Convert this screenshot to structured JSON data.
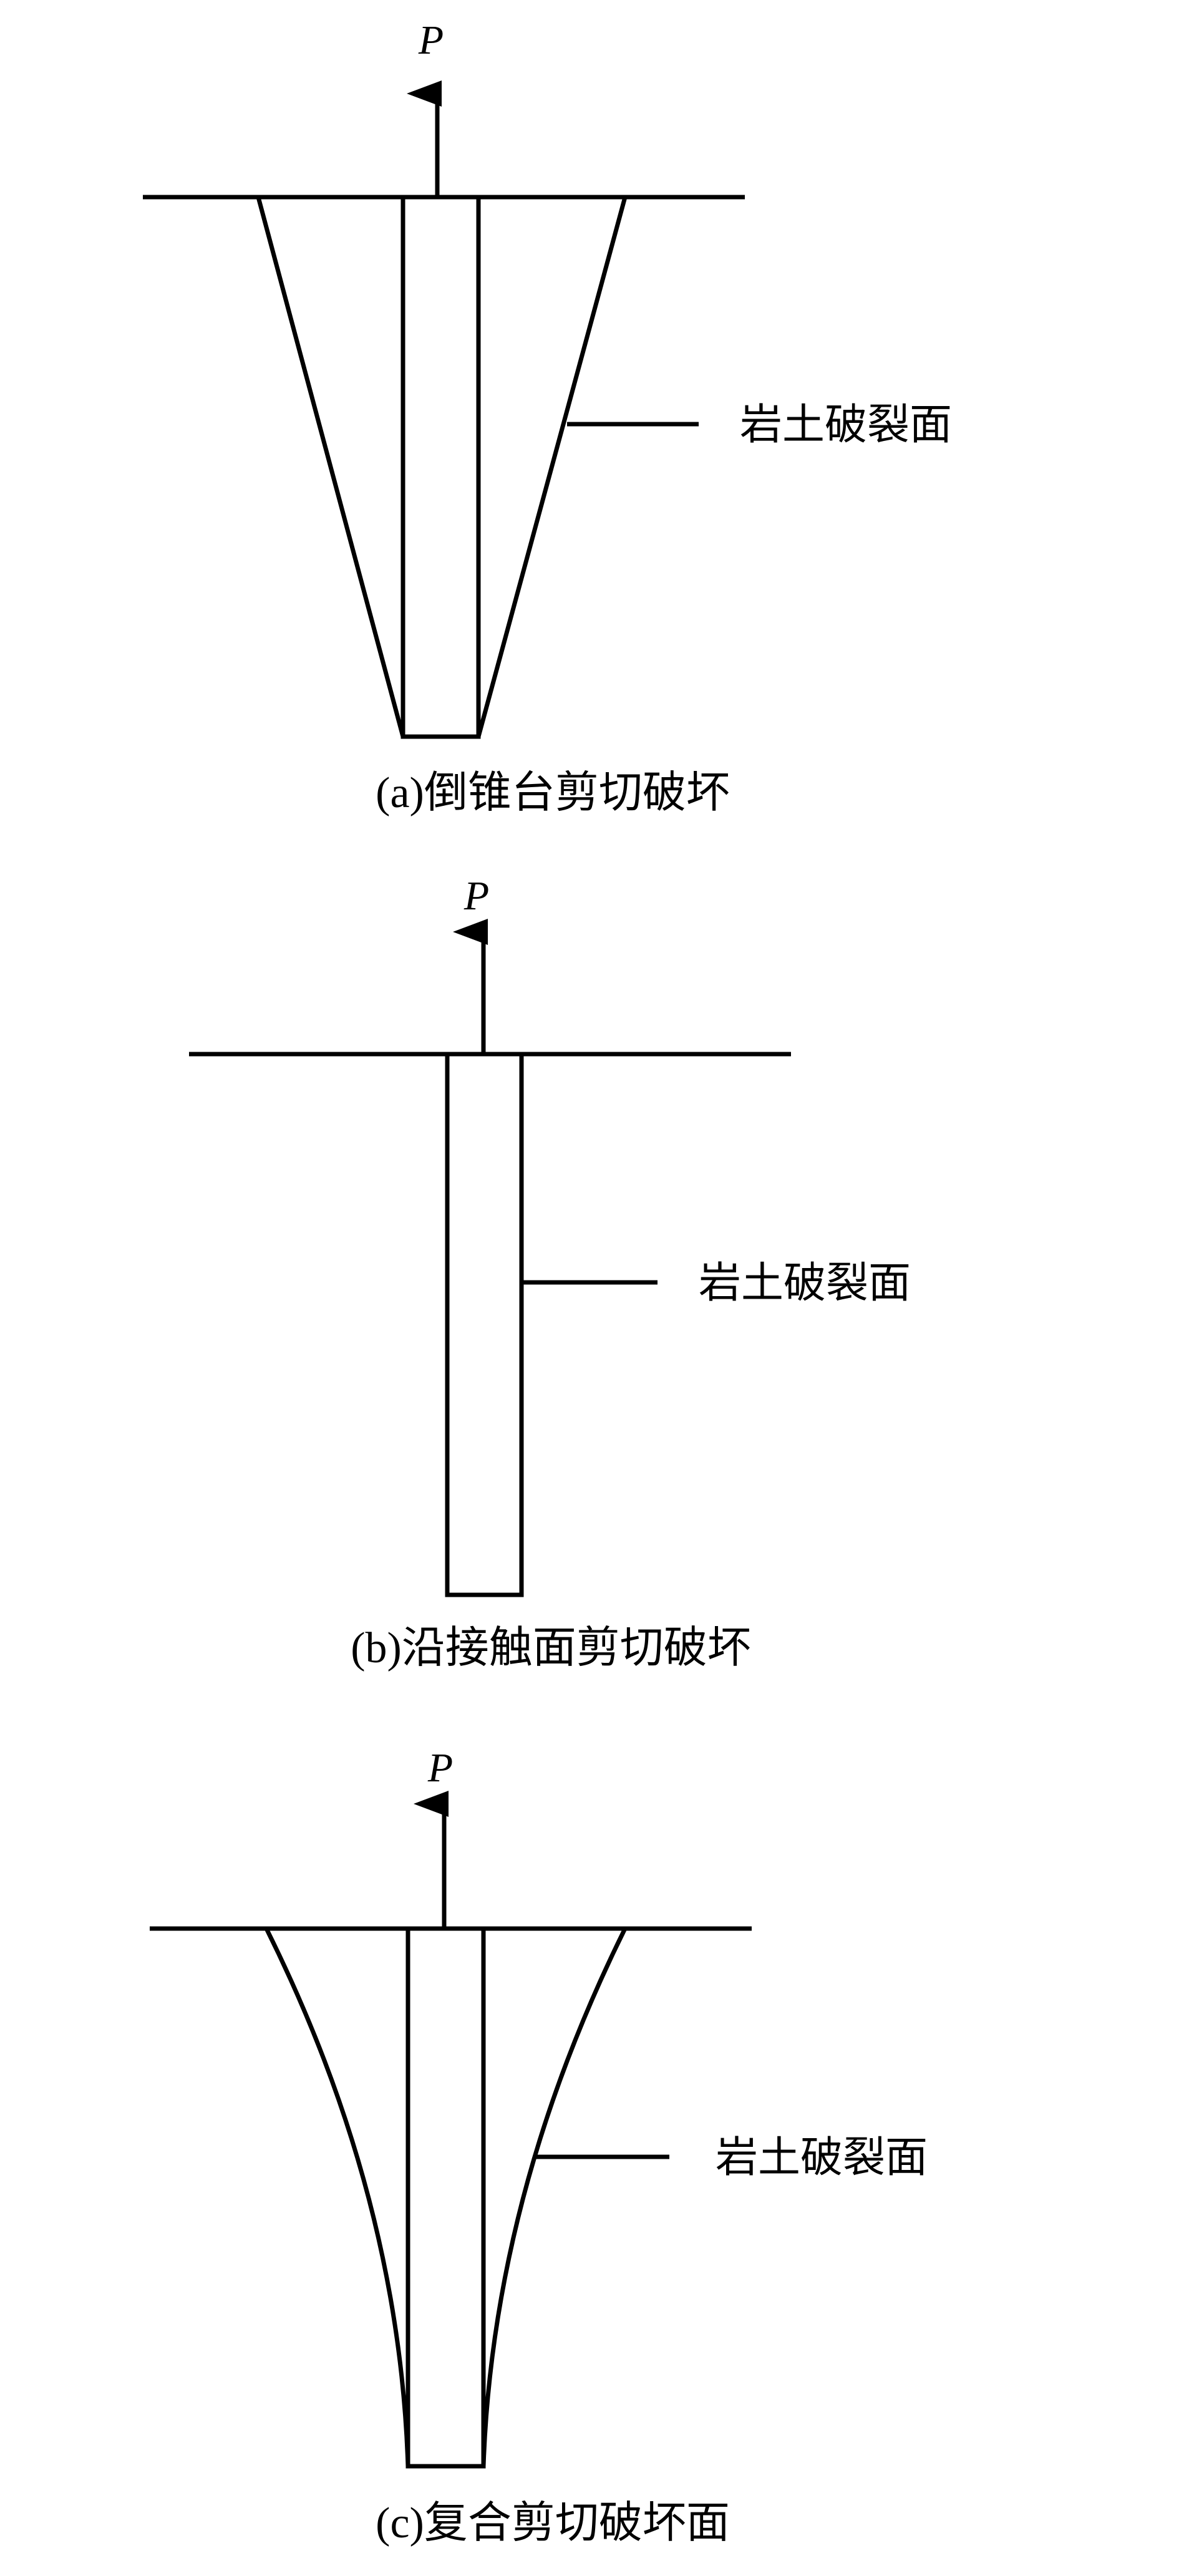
{
  "figures": [
    {
      "load_label": "P",
      "surface_label": "岩土破裂面",
      "caption": "(a)倒锥台剪切破坏"
    },
    {
      "load_label": "P",
      "surface_label": "岩土破裂面",
      "caption": "(b)沿接触面剪切破坏"
    },
    {
      "load_label": "P",
      "surface_label": "岩土破裂面",
      "caption": "(c)复合剪切破坏面"
    }
  ],
  "colors": {
    "line": "#000000",
    "background": "#ffffff"
  }
}
